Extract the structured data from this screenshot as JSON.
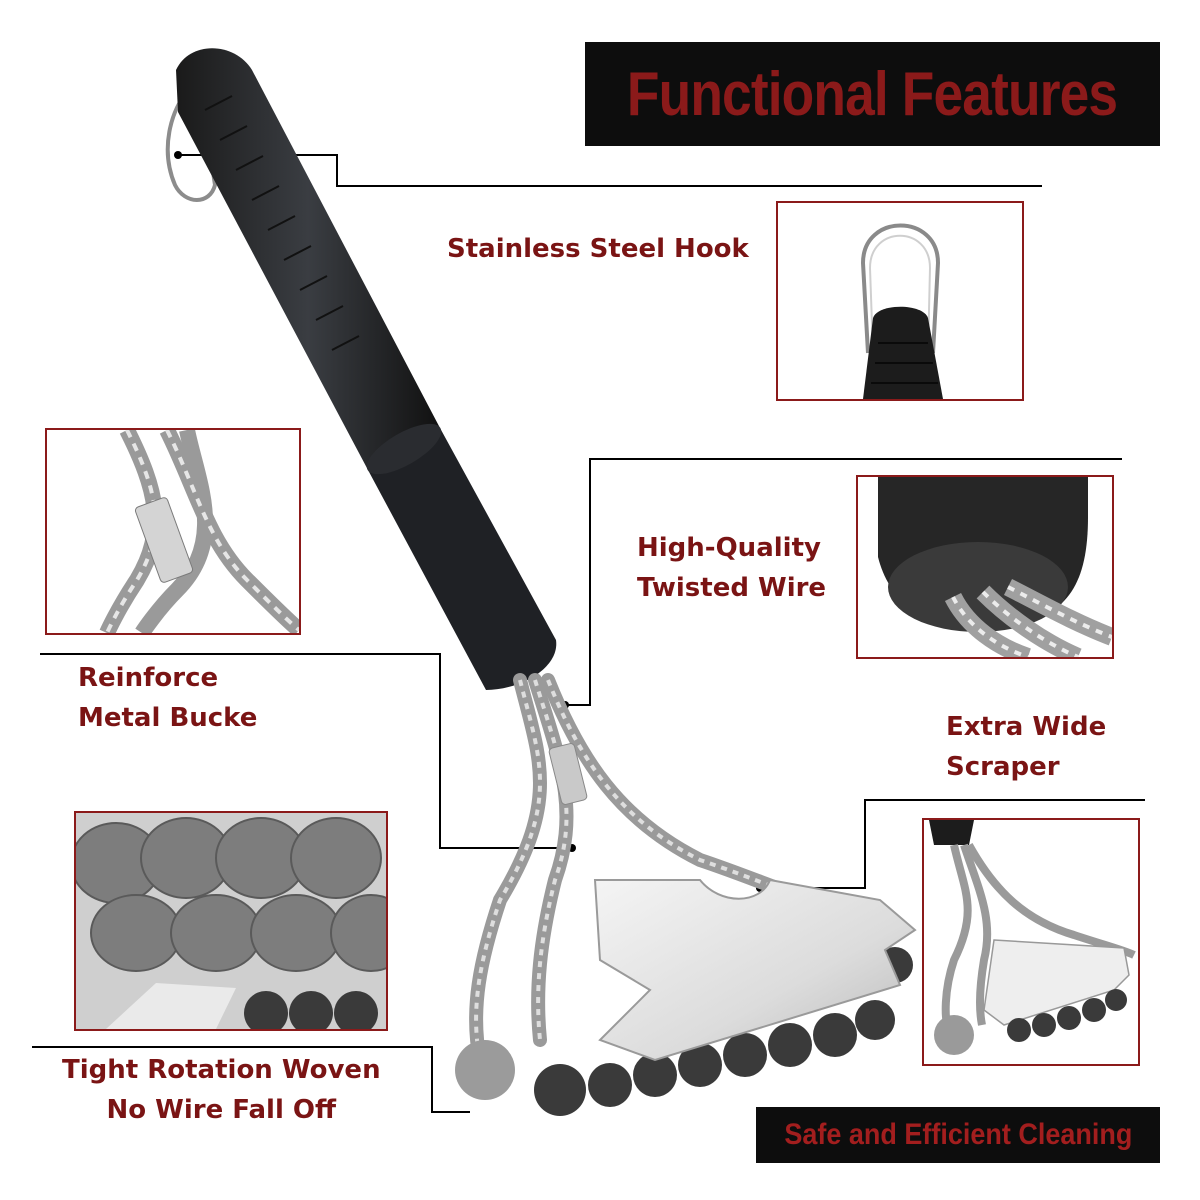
{
  "title": "Functional Features",
  "features": {
    "hook": "Stainless Steel Hook",
    "wire_line1": "High-Quality",
    "wire_line2": "Twisted Wire",
    "buckle_line1": "Reinforce",
    "buckle_line2": "Metal Bucke",
    "scraper_line1": "Extra Wide",
    "scraper_line2": "Scraper",
    "woven_line1": "Tight Rotation Woven",
    "woven_line2": "No Wire Fall Off"
  },
  "footer": "Safe and Efficient Cleaning",
  "colors": {
    "label_red": "#7a1414",
    "banner_black": "#0d0d0d",
    "frame_red": "#8b1a1a"
  }
}
